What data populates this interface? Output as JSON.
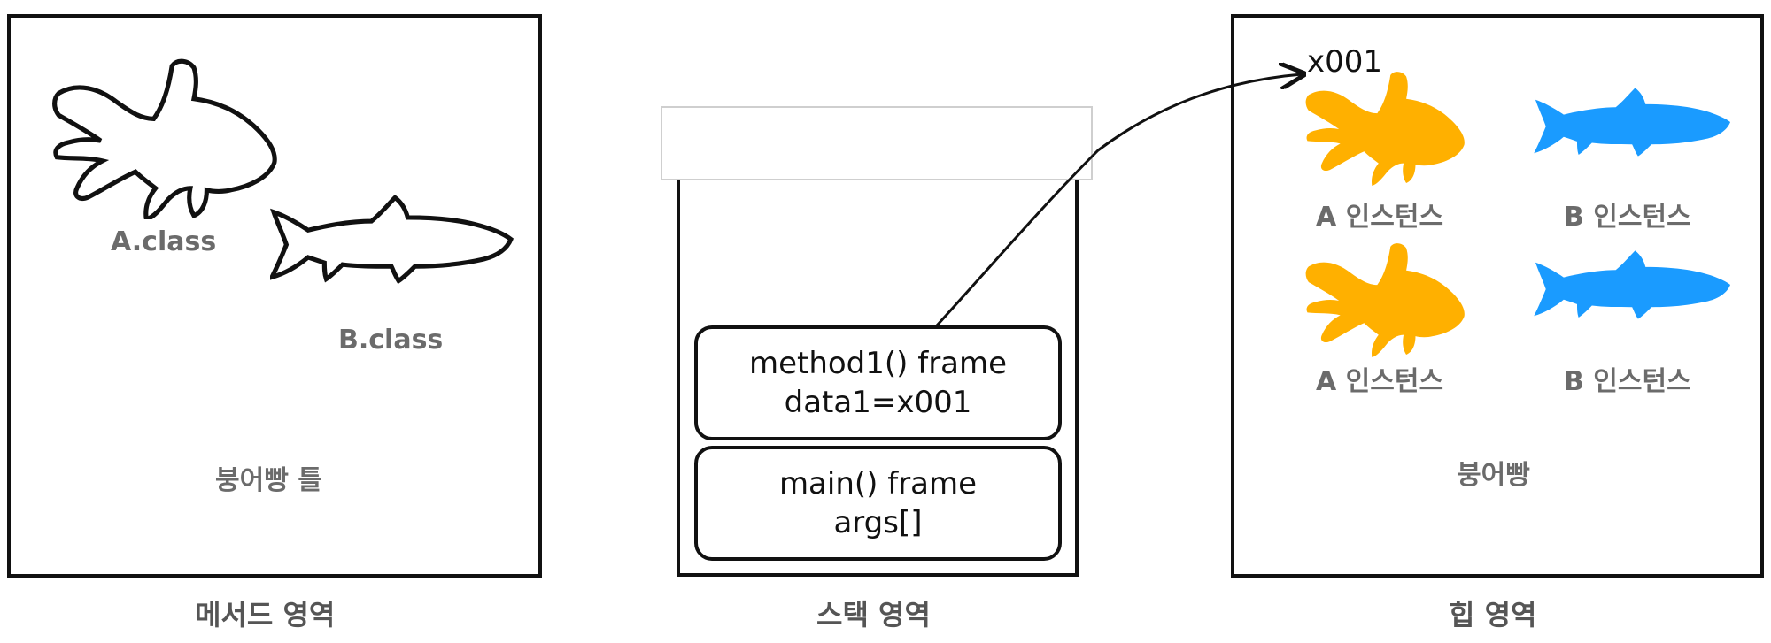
{
  "method_area": {
    "caption": "메서드 영역",
    "inner_label": "붕어빵 틀",
    "class_a": "A.class",
    "class_b": "B.class"
  },
  "stack_area": {
    "caption": "스택 영역",
    "frames": [
      {
        "title": "method1() frame",
        "detail": "data1=x001"
      },
      {
        "title": "main() frame",
        "detail": "args[]"
      }
    ]
  },
  "heap_area": {
    "caption": "힙 영역",
    "inner_label": "붕어빵",
    "reference": "x001",
    "instances": [
      "A 인스턴스",
      "B 인스턴스",
      "A 인스턴스",
      "B 인스턴스"
    ]
  },
  "colors": {
    "goldfish": "#FFB000",
    "bluefish": "#1A9BFF",
    "outline": "#111111",
    "label_gray": "#6b6b6b"
  },
  "icons": [
    "goldfish-outline-icon",
    "trout-outline-icon",
    "goldfish-icon",
    "trout-icon",
    "arrow-icon"
  ]
}
